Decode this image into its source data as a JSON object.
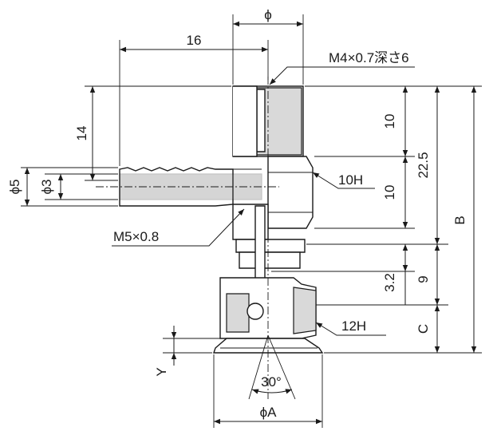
{
  "labels": {
    "phi_top": "ϕ",
    "dim_16": "16",
    "thread_m4": "M4×0.7深さ6",
    "dim_14": "14",
    "dim_10_upper": "10",
    "dim_22_5": "22.5",
    "phi5": "ϕ5",
    "phi3": "ϕ3",
    "hex_10h": "10H",
    "dim_10_lower": "10",
    "dim_b": "B",
    "thread_m5": "M5×0.8",
    "dim_3_2": "3.2",
    "dim_9": "9",
    "hex_12h": "12H",
    "dim_c": "C",
    "dim_y": "Y",
    "angle_30": "30°",
    "phi_a": "ϕA"
  }
}
